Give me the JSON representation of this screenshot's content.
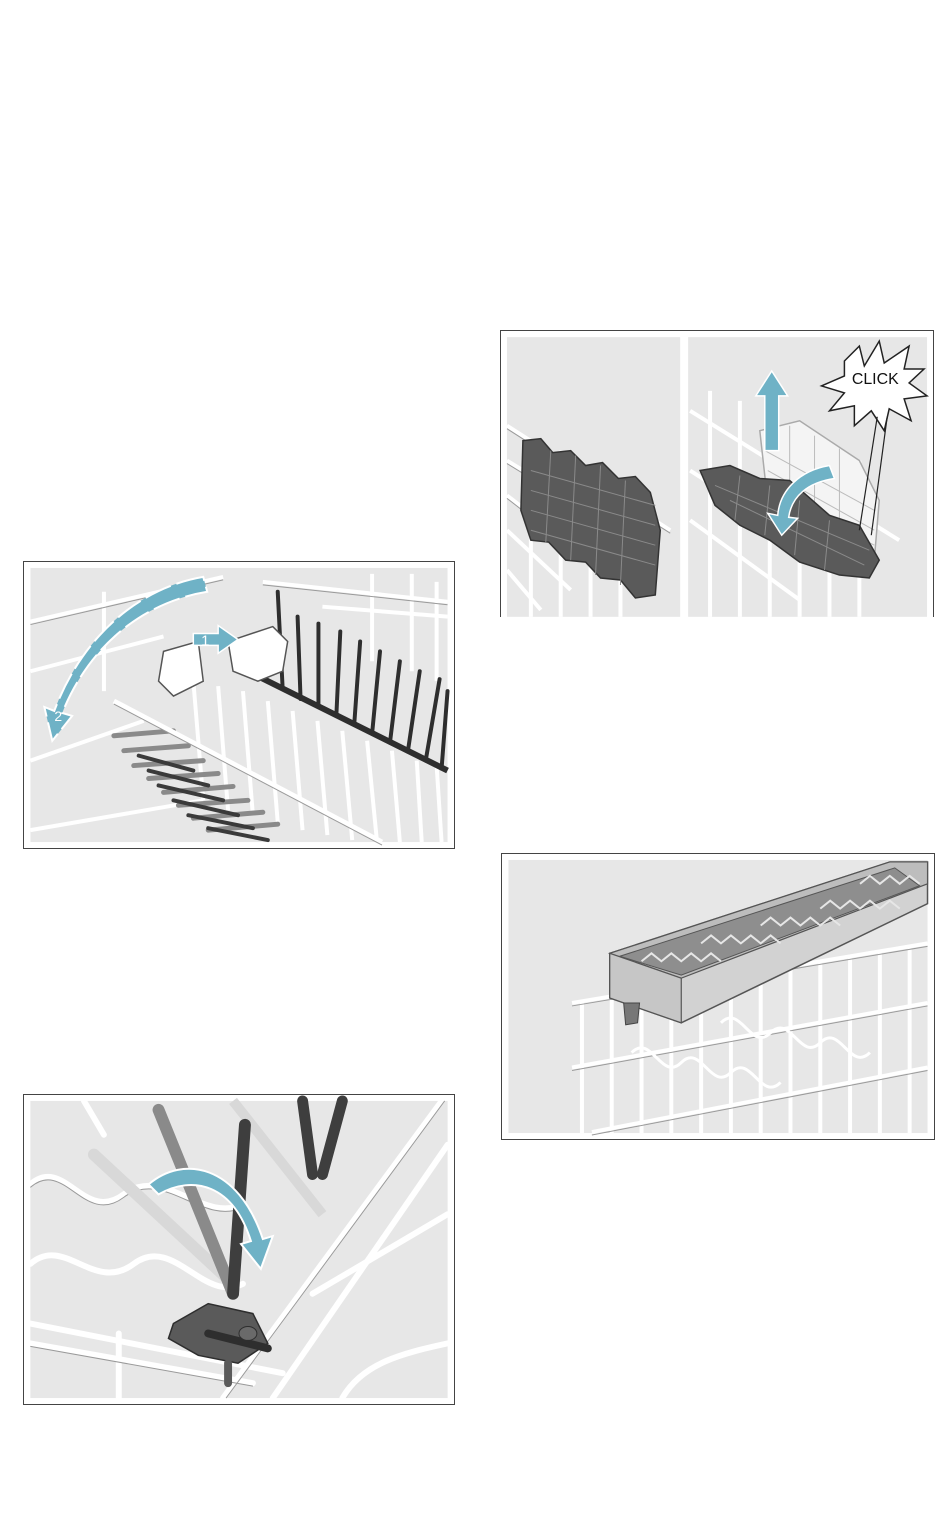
{
  "figures": {
    "folding_racks": {
      "step_1": "1",
      "step_2": "2"
    },
    "spike_insert": {
      "callout": "CLICK"
    },
    "cutlery_tray": {},
    "tine_lever": {}
  },
  "colors": {
    "panel_bg": "#e7e7e7",
    "arrow": "#6fb2c6",
    "wire": "#ffffff",
    "wire_shadow": "#9a9a9a",
    "dark_part": "#5a5a5a",
    "frame": "#444444"
  }
}
